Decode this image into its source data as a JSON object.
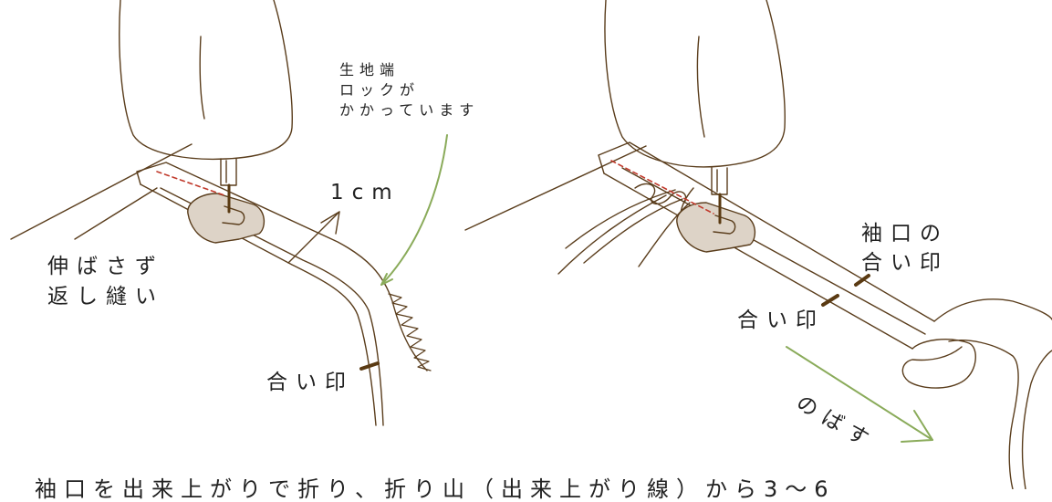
{
  "colors": {
    "outline": "#5a3d1c",
    "fabric_fill": "#ffffff",
    "presser_foot": "#ddd3c7",
    "stitch": "#c0392b",
    "mark": "#5a3a12",
    "arrow": "#8aab5a"
  },
  "left_panel": {
    "label_edge_line1": "生地端",
    "label_edge_line2": "ロックが",
    "label_edge_line3": "かかっています",
    "label_1cm": "1cm",
    "label_backstitch_line1": "伸ばさず",
    "label_backstitch_line2": "返し縫い",
    "label_match_mark": "合い印"
  },
  "right_panel": {
    "label_cuff_line1": "袖口の",
    "label_cuff_line2": "合い印",
    "label_match_mark": "合い印",
    "label_stretch": "のばす"
  },
  "caption_partial": "袖口を出来上がりで折り、折り山（出来上がり線）から3〜6"
}
